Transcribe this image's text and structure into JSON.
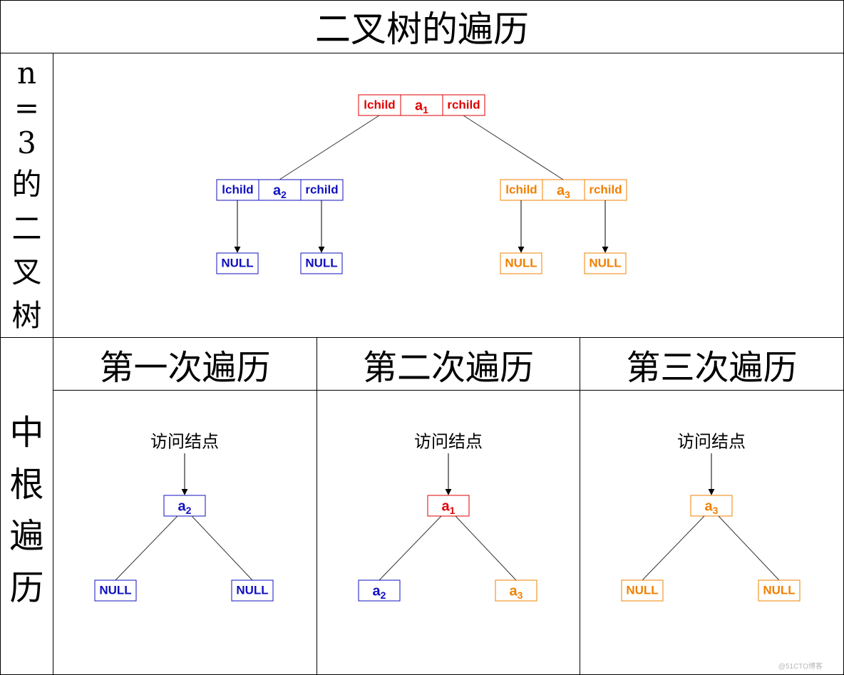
{
  "title": "二叉树的遍历",
  "side_top": [
    "n",
    "=",
    "3",
    "的",
    "二",
    "叉",
    "树"
  ],
  "side_bottom": [
    "中",
    "根",
    "遍",
    "历"
  ],
  "colors": {
    "a1": "#e00000",
    "a2": "#1010c0",
    "a3": "#f08000",
    "line": "#333333"
  },
  "tree": {
    "lchild": "lchild",
    "rchild": "rchild",
    "node_letter": "a",
    "null_label": "NULL",
    "root_index": "1",
    "left_index": "2",
    "right_index": "3"
  },
  "passes": [
    {
      "heading": "第一次遍历",
      "visit_label": "访问结点",
      "current": "2",
      "children": [
        "NULL",
        "NULL"
      ]
    },
    {
      "heading": "第二次遍历",
      "visit_label": "访问结点",
      "current": "1",
      "children": [
        "2",
        "3"
      ]
    },
    {
      "heading": "第三次遍历",
      "visit_label": "访问结点",
      "current": "3",
      "children": [
        "NULL",
        "NULL"
      ]
    }
  ],
  "watermark": "@51CTO博客"
}
